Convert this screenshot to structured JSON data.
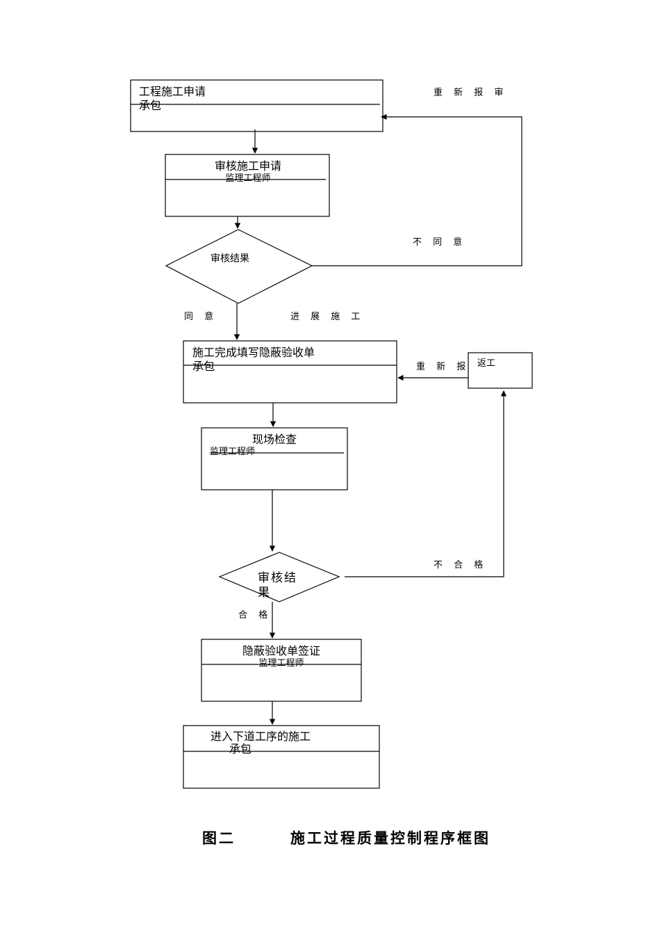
{
  "flowchart": {
    "box_apply": {
      "title": "工程施工申请",
      "role": "承包"
    },
    "box_review": {
      "title": "审核施工申请",
      "role": "监理工程师"
    },
    "decision_1": {
      "label": "审核结果"
    },
    "box_fill_form": {
      "title": "施工完成填写隐蔽验收单",
      "role": "承包"
    },
    "box_inspect": {
      "title": "现场检查",
      "role": "监理工程师"
    },
    "decision_2": {
      "label_line1": "审核结",
      "label_line2": "果"
    },
    "box_sign": {
      "title": "隐蔽验收单签证",
      "role": "监理工程师"
    },
    "box_next": {
      "title": "进入下道工序的施工",
      "role": "承包"
    },
    "box_rework": {
      "title": "返工"
    },
    "labels": {
      "resubmit_review": "重 新 报 审",
      "disagree": "不 同 意",
      "agree": "同 意",
      "proceed": "进 展 施 工",
      "resubmit": "重 新 报",
      "unqualified": "不 合 格",
      "qualified": "合 格"
    }
  },
  "caption": {
    "figure_no": "图二",
    "title": "施工过程质量控制程序框图"
  }
}
